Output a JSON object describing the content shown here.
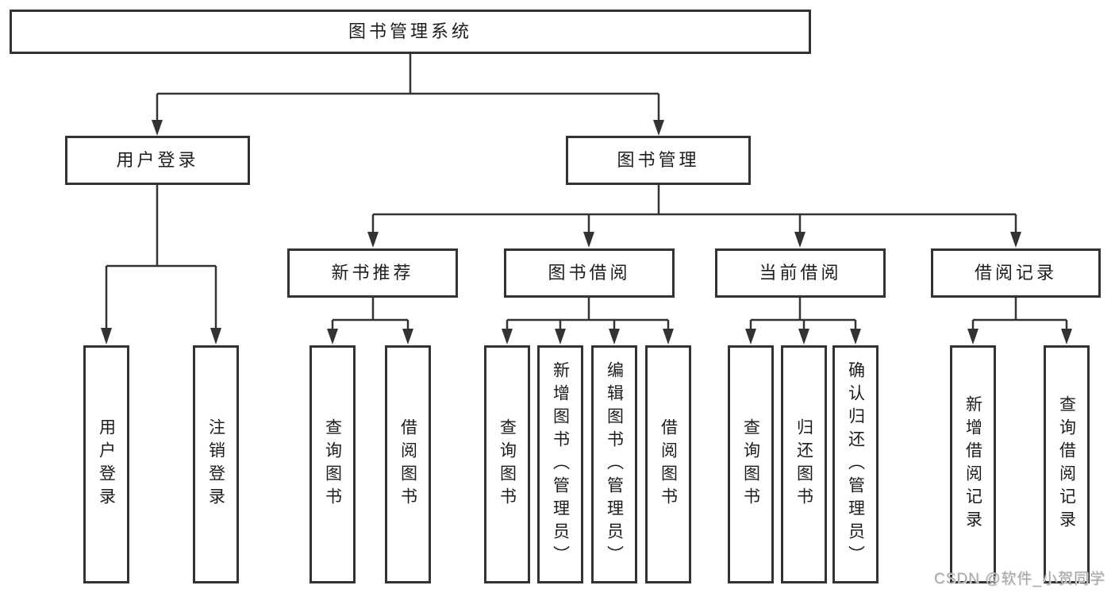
{
  "tree": {
    "label": "图书管理系统",
    "children": [
      {
        "label": "用户登录",
        "children": [
          {
            "label": "用户登录"
          },
          {
            "label": "注销登录"
          }
        ]
      },
      {
        "label": "图书管理",
        "children": [
          {
            "label": "新书推荐",
            "children": [
              {
                "label": "查询图书"
              },
              {
                "label": "借阅图书"
              }
            ]
          },
          {
            "label": "图书借阅",
            "children": [
              {
                "label": "查询图书"
              },
              {
                "label": "新增图书（管理员）"
              },
              {
                "label": "编辑图书（管理员）"
              },
              {
                "label": "借阅图书"
              }
            ]
          },
          {
            "label": "当前借阅",
            "children": [
              {
                "label": "查询图书"
              },
              {
                "label": "归还图书"
              },
              {
                "label": "确认归还（管理员）"
              }
            ]
          },
          {
            "label": "借阅记录",
            "children": [
              {
                "label": "新增借阅记录"
              },
              {
                "label": "查询借阅记录"
              }
            ]
          }
        ]
      }
    ]
  },
  "watermark": "CSDN @软件_小贺同学",
  "colors": {
    "line": "#333333",
    "box_border": "#333333",
    "text": "#1d1d1d",
    "watermark": "#a8a8a8",
    "background": "#ffffff"
  }
}
